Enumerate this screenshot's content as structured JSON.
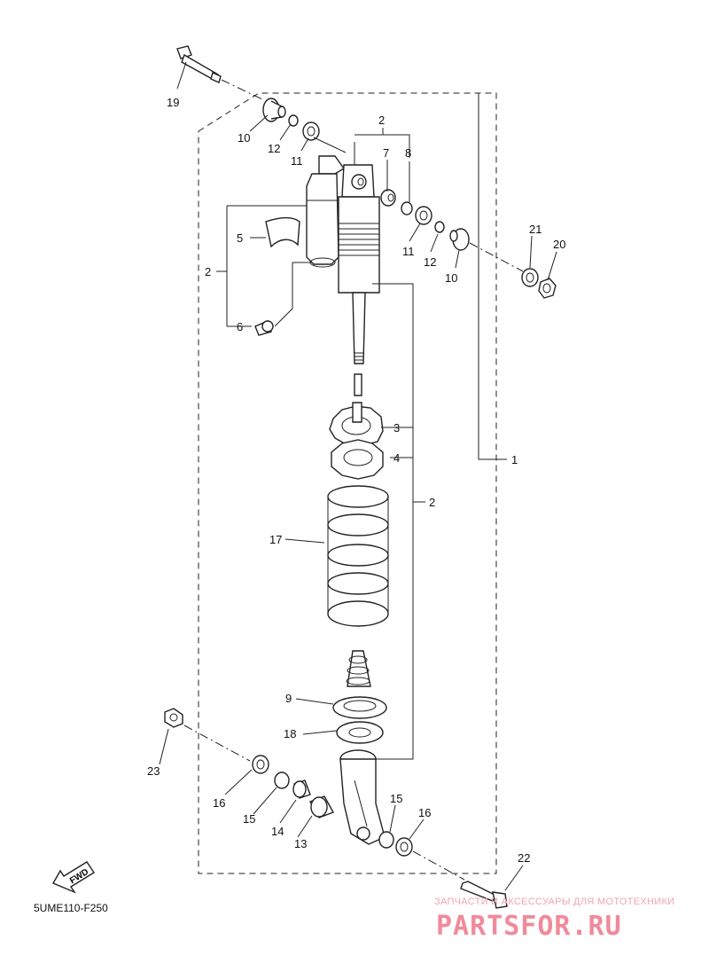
{
  "callouts": {
    "c1": "1",
    "c2a": "2",
    "c2b": "2",
    "c2c": "2",
    "c3": "3",
    "c4": "4",
    "c5": "5",
    "c6": "6",
    "c7": "7",
    "c8": "8",
    "c9": "9",
    "c10a": "10",
    "c10b": "10",
    "c11a": "11",
    "c11b": "11",
    "c12a": "12",
    "c12b": "12",
    "c13": "13",
    "c14": "14",
    "c15a": "15",
    "c15b": "15",
    "c16a": "16",
    "c16b": "16",
    "c17": "17",
    "c18": "18",
    "c19": "19",
    "c20": "20",
    "c21": "21",
    "c22": "22",
    "c23": "23"
  },
  "fwd_label": "FWD",
  "diagram_code": "5UME110-F250",
  "watermark": {
    "tagline": "ЗАПЧАСТИ И АКСЕССУАРЫ ДЛЯ МОТОТЕХНИКИ",
    "brand": "PARTSFOR.RU",
    "color": "#f08a9a"
  }
}
